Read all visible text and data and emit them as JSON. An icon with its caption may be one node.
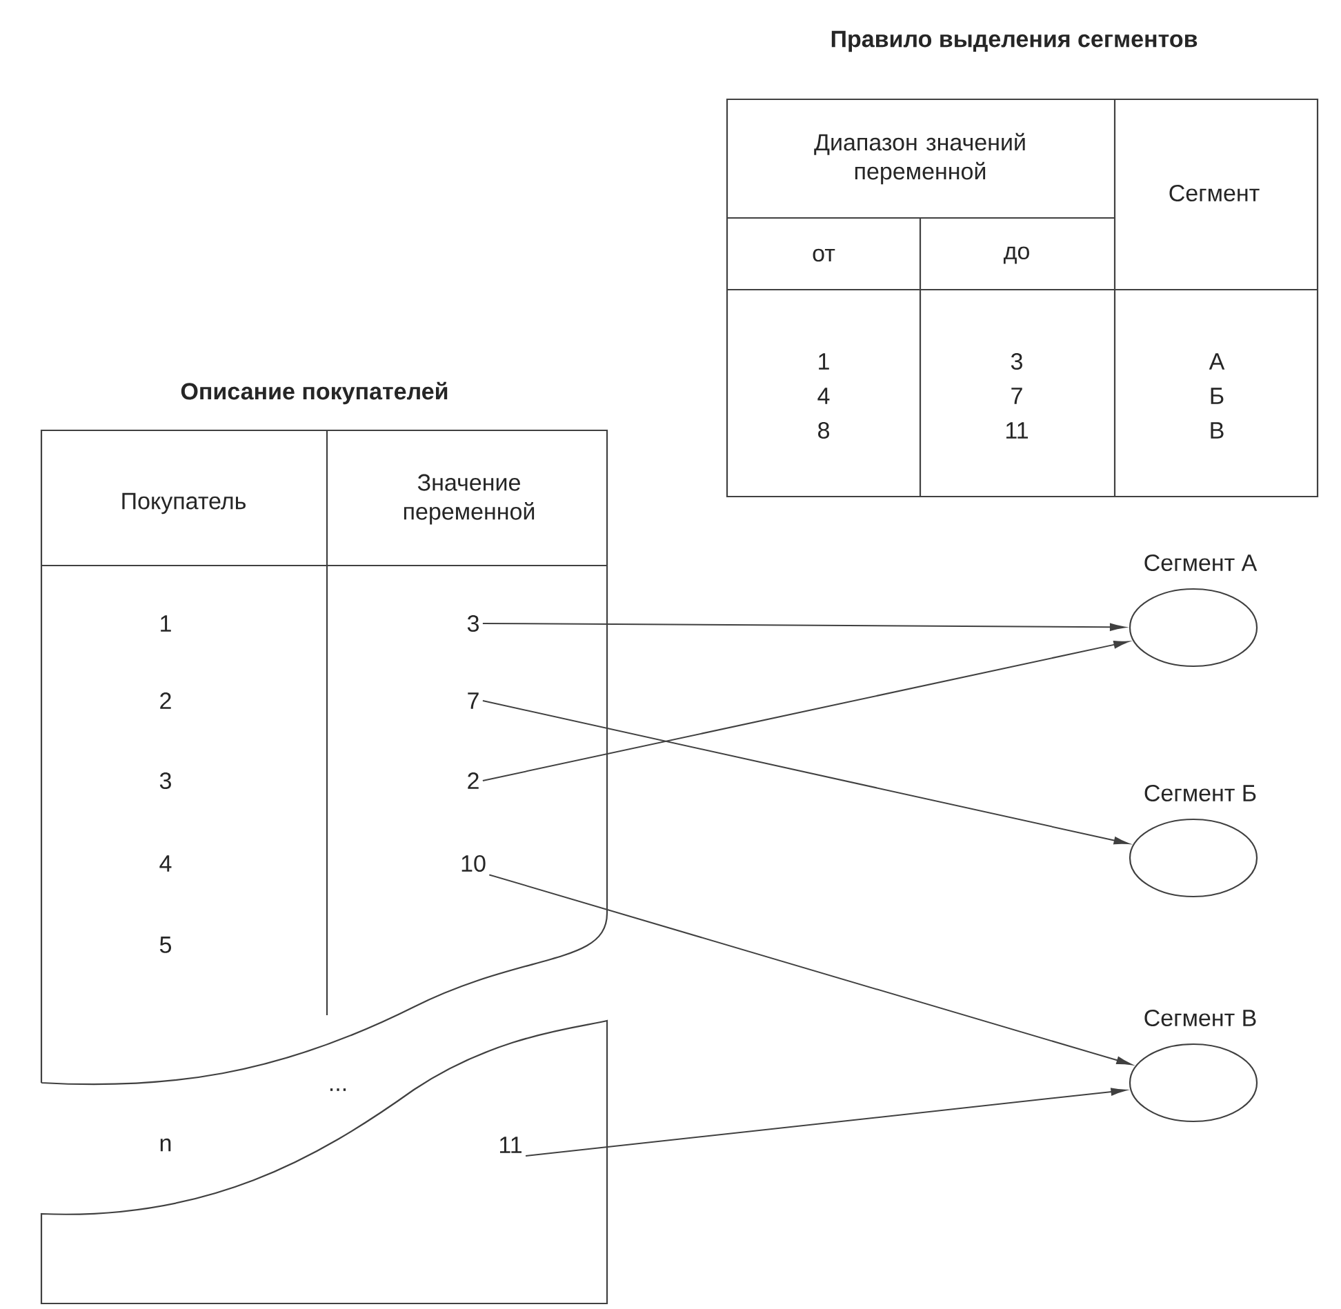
{
  "diagram": {
    "nodes": [
      {
        "text": [
          "3"
        ]
      },
      {
        "text": [
          "7"
        ]
      },
      {
        "text": [
          "2"
        ]
      },
      {
        "text": [
          "10"
        ]
      },
      {
        "text": [
          "11"
        ]
      },
      {
        "text": [
          "Сегмент А"
        ]
      },
      {
        "text": [
          "Сегмент Б"
        ]
      },
      {
        "text": [
          "Сегмент В"
        ]
      }
    ],
    "edges": [
      {
        "from": 0,
        "to": 5,
        "arrow": "to"
      },
      {
        "from": 1,
        "to": 6,
        "arrow": "to"
      },
      {
        "from": 2,
        "to": 5,
        "arrow": "to"
      },
      {
        "from": 3,
        "to": 7,
        "arrow": "to"
      },
      {
        "from": 4,
        "to": 7,
        "arrow": "to"
      }
    ],
    "labels": [
      "Правило выделения сегментов",
      "Диапазон значений переменной",
      "Сегмент",
      "от",
      "до",
      "1",
      "3",
      "А",
      "4",
      "7",
      "Б",
      "8",
      "11",
      "В",
      "Описание покупателей",
      "Покупатель",
      "Значение переменной",
      "1",
      "2",
      "3",
      "4",
      "5",
      "...",
      "n"
    ]
  }
}
